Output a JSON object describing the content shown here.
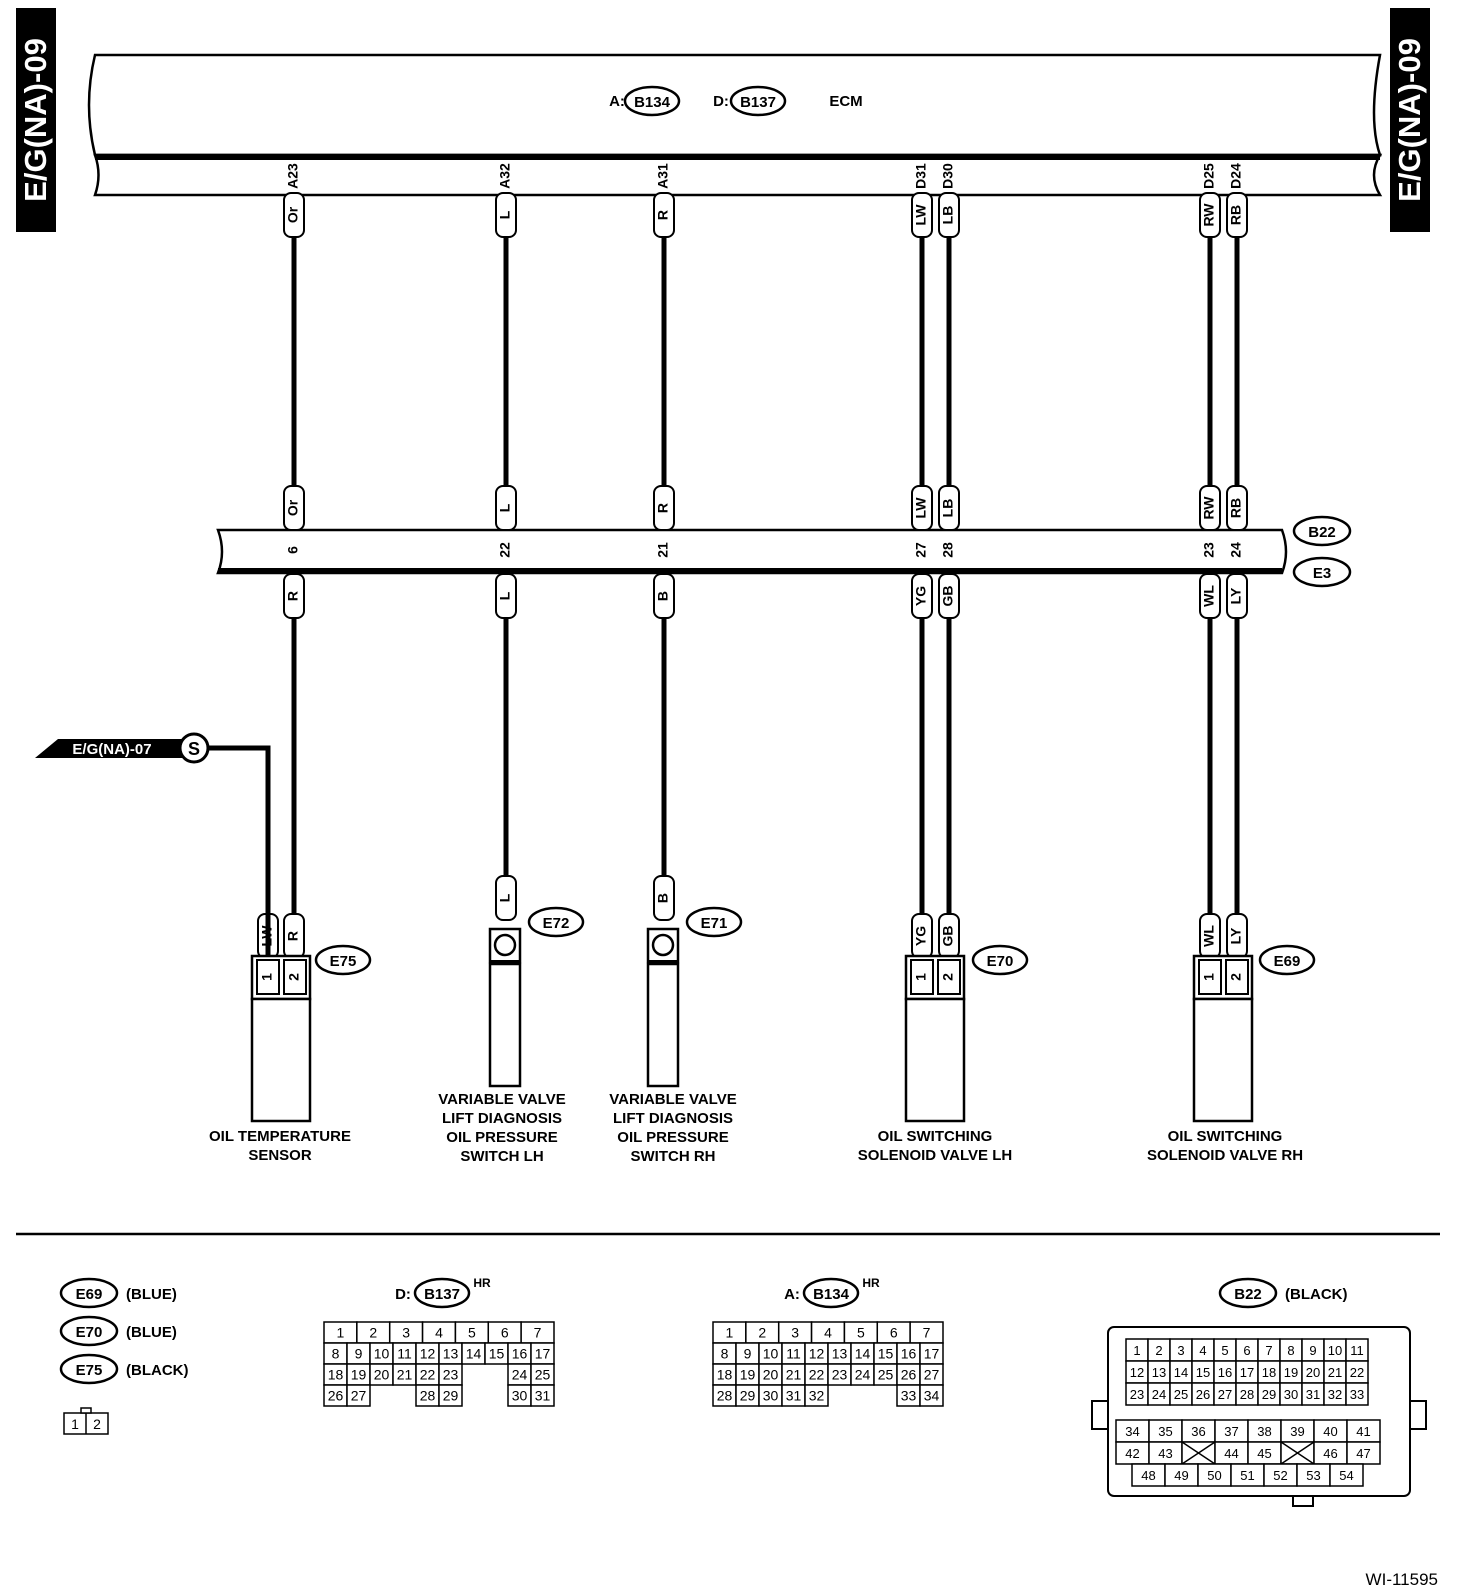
{
  "side_tabs": {
    "left": "E/G(NA)-09",
    "right": "E/G(NA)-09"
  },
  "ecm": {
    "conn_a_prefix": "A:",
    "conn_a": "B134",
    "conn_d_prefix": "D:",
    "conn_d": "B137",
    "label": "ECM"
  },
  "harness": {
    "upper_connector": "B22",
    "lower_connector": "E3"
  },
  "wires": [
    {
      "ecm_pin": "A23",
      "upper_color": "Or",
      "harness_pin": "6",
      "lower_color": "R"
    },
    {
      "ecm_pin": "A32",
      "upper_color": "L",
      "harness_pin": "22",
      "lower_color": "L"
    },
    {
      "ecm_pin": "A31",
      "upper_color": "R",
      "harness_pin": "21",
      "lower_color": "B"
    },
    {
      "ecm_pin": "D31",
      "upper_color": "LW",
      "harness_pin": "27",
      "lower_color": "YG"
    },
    {
      "ecm_pin": "D30",
      "upper_color": "LB",
      "harness_pin": "28",
      "lower_color": "GB"
    },
    {
      "ecm_pin": "D25",
      "upper_color": "RW",
      "harness_pin": "23",
      "lower_color": "WL"
    },
    {
      "ecm_pin": "D24",
      "upper_color": "RB",
      "harness_pin": "24",
      "lower_color": "LY"
    }
  ],
  "offpage_ref": {
    "label": "E/G(NA)-07",
    "symbol": "S",
    "wire_color": "LW"
  },
  "components": [
    {
      "id": "E75",
      "pins": [
        "1",
        "2"
      ],
      "colors": [
        "LW",
        "R"
      ],
      "name": [
        "OIL TEMPERATURE",
        "SENSOR"
      ]
    },
    {
      "id": "E72",
      "colors": [
        "L"
      ],
      "name": [
        "VARIABLE VALVE",
        "LIFT DIAGNOSIS",
        "OIL PRESSURE",
        "SWITCH LH"
      ]
    },
    {
      "id": "E71",
      "colors": [
        "B"
      ],
      "name": [
        "VARIABLE VALVE",
        "LIFT DIAGNOSIS",
        "OIL PRESSURE",
        "SWITCH RH"
      ]
    },
    {
      "id": "E70",
      "pins": [
        "1",
        "2"
      ],
      "colors": [
        "YG",
        "GB"
      ],
      "name": [
        "OIL SWITCHING",
        "SOLENOID VALVE LH"
      ]
    },
    {
      "id": "E69",
      "pins": [
        "1",
        "2"
      ],
      "colors": [
        "WL",
        "LY"
      ],
      "name": [
        "OIL SWITCHING",
        "SOLENOID VALVE RH"
      ]
    }
  ],
  "legend": {
    "connector_colors": [
      {
        "id": "E69",
        "color": "(BLUE)"
      },
      {
        "id": "E70",
        "color": "(BLUE)"
      },
      {
        "id": "E75",
        "color": "(BLACK)"
      }
    ],
    "small_face": [
      "1",
      "2"
    ],
    "b137": {
      "prefix": "D:",
      "id": "B137",
      "suffix": "HR",
      "rows": [
        [
          "1",
          "2",
          "3",
          "4",
          "5",
          "6",
          "7"
        ],
        [
          "8",
          "9",
          "10",
          "11",
          "12",
          "13",
          "14",
          "15",
          "16",
          "17"
        ],
        [
          "18",
          "19",
          "20",
          "21",
          "22",
          "23",
          "",
          "",
          "24",
          "25"
        ],
        [
          "26",
          "27",
          "",
          "",
          "28",
          "29",
          "",
          "",
          "30",
          "31"
        ]
      ]
    },
    "b134": {
      "prefix": "A:",
      "id": "B134",
      "suffix": "HR",
      "rows": [
        [
          "1",
          "2",
          "3",
          "4",
          "5",
          "6",
          "7"
        ],
        [
          "8",
          "9",
          "10",
          "11",
          "12",
          "13",
          "14",
          "15",
          "16",
          "17"
        ],
        [
          "18",
          "19",
          "20",
          "21",
          "22",
          "23",
          "24",
          "25",
          "26",
          "27"
        ],
        [
          "28",
          "29",
          "30",
          "31",
          "32",
          "",
          "",
          "",
          "33",
          "34"
        ]
      ]
    },
    "b22": {
      "id": "B22",
      "color": "(BLACK)",
      "top_rows": [
        [
          "1",
          "2",
          "3",
          "4",
          "5",
          "6",
          "7",
          "8",
          "9",
          "10",
          "11"
        ],
        [
          "12",
          "13",
          "14",
          "15",
          "16",
          "17",
          "18",
          "19",
          "20",
          "21",
          "22"
        ],
        [
          "23",
          "24",
          "25",
          "26",
          "27",
          "28",
          "29",
          "30",
          "31",
          "32",
          "33"
        ]
      ],
      "bottom_rows": [
        [
          "34",
          "35",
          "36",
          "37",
          "38",
          "39",
          "40",
          "41"
        ],
        [
          "42",
          "43",
          "X",
          "44",
          "45",
          "X",
          "46",
          "47"
        ],
        [
          "48",
          "49",
          "50",
          "51",
          "52",
          "53",
          "54"
        ]
      ]
    }
  },
  "figure_id": "WI-11595"
}
